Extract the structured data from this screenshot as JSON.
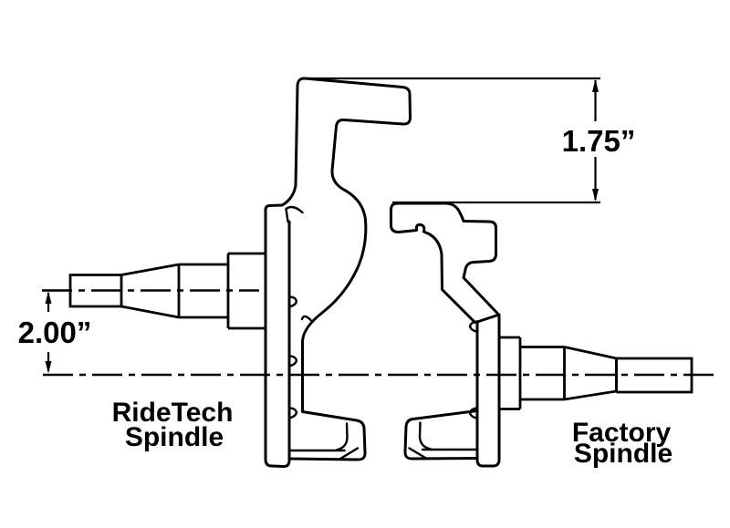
{
  "diagram": {
    "title_semantic": "spindle-comparison-diagram",
    "background_color": "#ffffff",
    "line_color": "#000000",
    "text_color": "#000000",
    "dimensions": {
      "steering_arm_height": "1.75”",
      "spindle_drop": "2.00”"
    },
    "labels": {
      "left_spindle_line1": "RideTech",
      "left_spindle_line2": "Spindle",
      "right_spindle_line1": "Factory",
      "right_spindle_line2": "Spindle"
    }
  }
}
